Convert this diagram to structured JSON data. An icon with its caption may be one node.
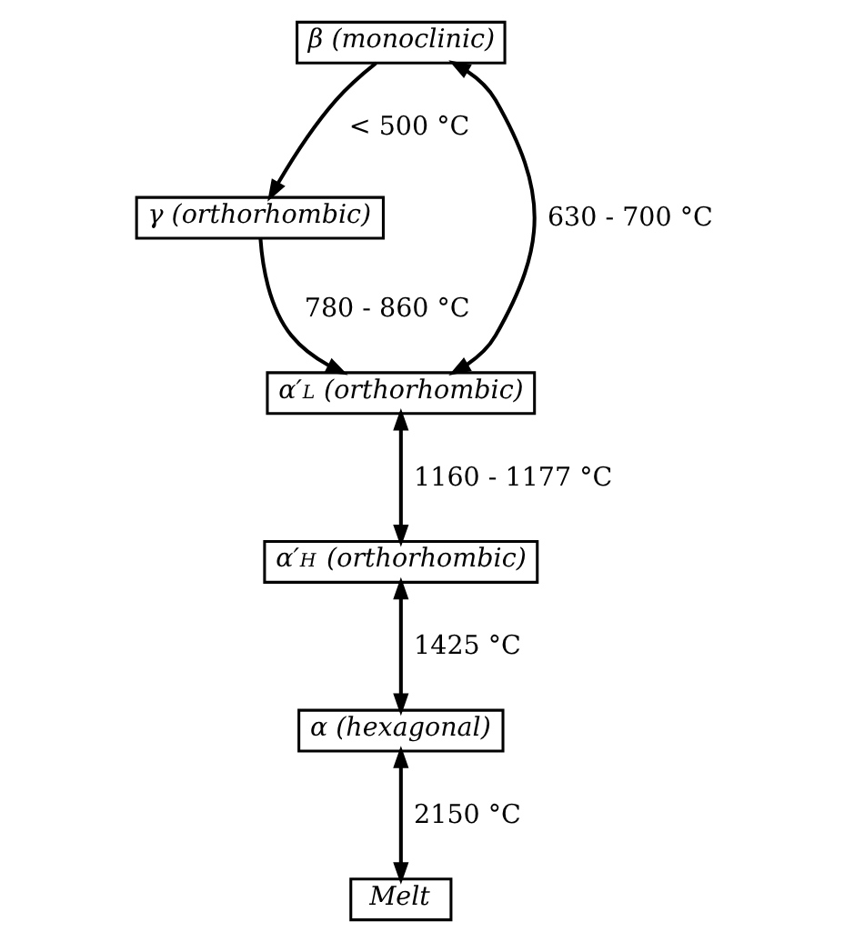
{
  "diagram": {
    "nodes": [
      {
        "text": [
          "γ (orthorhombic)"
        ]
      },
      {
        "text": [
          "β (monoclinic)"
        ]
      },
      {
        "text": [
          "α′$_{L}$ (orthorhombic)"
        ]
      },
      {
        "text": [
          "α′$_{H}$ (orthorhombic)"
        ]
      },
      {
        "text": [
          "α (hexagonal)"
        ]
      },
      {
        "text": [
          "Melt"
        ]
      }
    ],
    "edges": [
      {
        "from": 1,
        "to": 0,
        "arrow": "to",
        "label": "< 500 °C"
      },
      {
        "from": 0,
        "to": 2,
        "arrow": "to",
        "label": "780 - 860 °C"
      },
      {
        "from": 1,
        "to": 2,
        "arrow": "both",
        "label": "630 - 700 °C"
      },
      {
        "from": 2,
        "to": 3,
        "arrow": "both",
        "label": "1160 - 1177 °C"
      },
      {
        "from": 3,
        "to": 4,
        "arrow": "both",
        "label": "1425 °C"
      },
      {
        "from": 4,
        "to": 5,
        "arrow": "both",
        "label": "2150 °C"
      }
    ]
  }
}
